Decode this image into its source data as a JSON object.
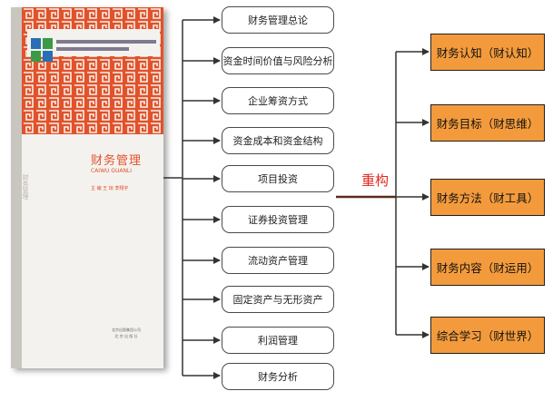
{
  "book": {
    "title": "财务管理",
    "subtitle": "CAIWU GUANLI",
    "author": "主 编 王 琼 李翔宇",
    "spine_title": "财务管理",
    "publisher_line1": "北京出版集团公司",
    "publisher_line2": "北 京 出 版 社"
  },
  "chapters": [
    {
      "label": "财务管理总论"
    },
    {
      "label": "资金时间价值与风险分析"
    },
    {
      "label": "企业筹资方式"
    },
    {
      "label": "资金成本和资金结构"
    },
    {
      "label": "项目投资"
    },
    {
      "label": "证券投资管理"
    },
    {
      "label": "流动资产管理"
    },
    {
      "label": "固定资产与无形资产"
    },
    {
      "label": "利润管理"
    },
    {
      "label": "财务分析"
    }
  ],
  "restructure_label": "重构",
  "modules": [
    {
      "label": "财务认知（财认知）"
    },
    {
      "label": "财务目标（财思维）"
    },
    {
      "label": "财务方法（财工具）"
    },
    {
      "label": "财务内容（财运用）"
    },
    {
      "label": "综合学习（财世界）"
    }
  ],
  "colors": {
    "module_fill": "#f39b3c",
    "restructure_text": "#e0281e",
    "cover_accent": "#e2522a"
  }
}
